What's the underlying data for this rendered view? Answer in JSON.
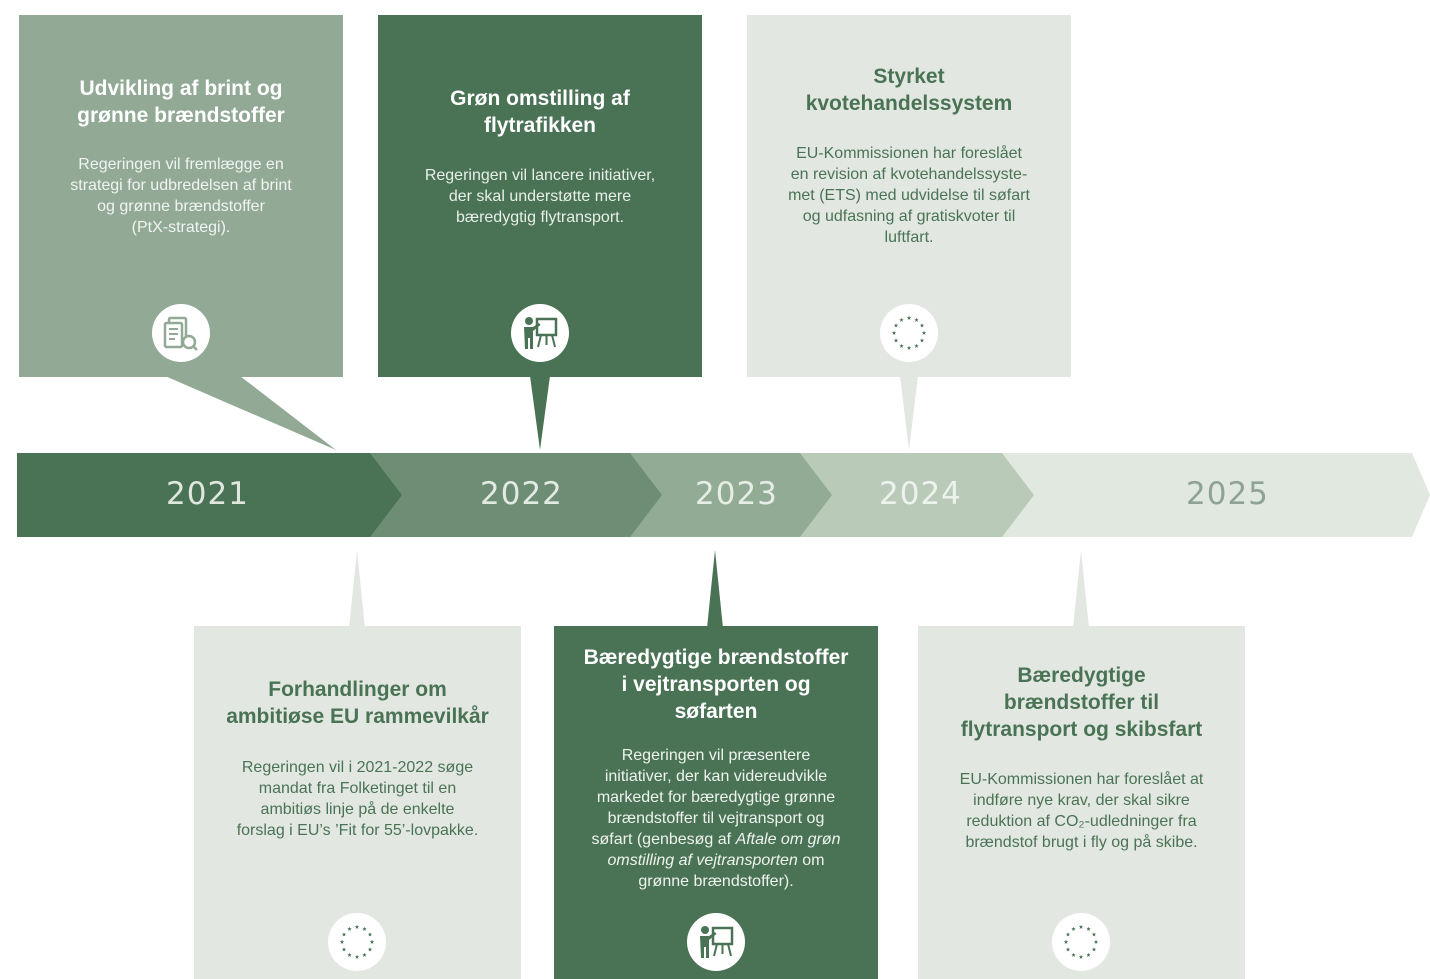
{
  "colors": {
    "dark": "#4a7355",
    "mid": "#92a996",
    "light": "#e2e8e1",
    "seg2022": "#6d8e74",
    "seg2023": "#92ab95",
    "seg2024": "#b9cab9",
    "seg2025": "#e1e8e0"
  },
  "timeline": {
    "years": [
      "2021",
      "2022",
      "2023",
      "2024",
      "2025"
    ]
  },
  "top_cards": [
    {
      "title_lines": [
        "Udvikling af brint og",
        "grønne brændstoffer"
      ],
      "body_lines": [
        "Regeringen vil fremlægge en",
        "strategi for udbredelsen af brint",
        "og grønne brændstoffer",
        "(PtX-strategi)."
      ],
      "icon": "document-search-icon"
    },
    {
      "title_lines": [
        "Grøn omstilling af",
        "flytrafikken"
      ],
      "body_lines": [
        "Regeringen vil lancere initiativer,",
        "der skal understøtte mere",
        "bæredygtig flytransport."
      ],
      "icon": "presenter-icon"
    },
    {
      "title_lines": [
        "Styrket",
        "kvotehandelssystem"
      ],
      "body_lines": [
        "EU-Kommissionen har foreslået",
        "en revision af kvotehandelssyste-",
        "met (ETS) med udvidelse til søfart",
        "og udfasning af gratiskvoter til",
        "luftfart."
      ],
      "icon": "eu-stars-icon"
    }
  ],
  "bottom_cards": [
    {
      "title_lines": [
        "Forhandlinger om",
        "ambitiøse EU rammevilkår"
      ],
      "body_lines": [
        "Regeringen vil i 2021-2022 søge",
        "mandat fra Folketinget til en",
        "ambitiøs linje på de enkelte",
        "forslag i EU’s ’Fit for 55’-lovpakke."
      ],
      "icon": "eu-stars-icon"
    },
    {
      "title_lines": [
        "Bæredygtige brændstoffer",
        "i vejtransporten og",
        "søfarten"
      ],
      "body_lines": [
        "Regeringen vil præsentere",
        "initiativer, der kan videreudvikle",
        "markedet for bæredygtige grønne",
        "brændstoffer til vejtransport og",
        "søfart (genbesøg af ",
        "Aftale om grøn",
        "omstilling af vejtransporten",
        " om",
        "grønne brændstoffer)."
      ],
      "icon": "presenter-icon"
    },
    {
      "title_lines": [
        "Bæredygtige",
        "brændstoffer til",
        "flytransport og skibsfart"
      ],
      "body_lines": [
        "EU-Kommissionen har foreslået at",
        "indføre nye krav, der skal sikre",
        "reduktion af CO₂-udledninger fra",
        "brændstof brugt i fly og på skibe."
      ],
      "icon": "eu-stars-icon"
    }
  ]
}
